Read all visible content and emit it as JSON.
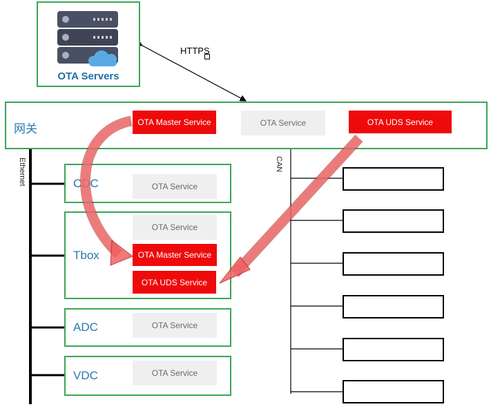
{
  "servers": {
    "label": "OTA Servers"
  },
  "protocol": {
    "label": "HTTPS"
  },
  "gateway": {
    "label": "网关",
    "services": [
      "OTA Master Service",
      "OTA Service",
      "OTA UDS Service"
    ]
  },
  "buses": {
    "ethernet": "Ethernet",
    "can": "CAN"
  },
  "ecus": [
    {
      "name": "CDC",
      "services": [
        "OTA Service"
      ]
    },
    {
      "name": "Tbox",
      "services": [
        "OTA Service",
        "OTA Master Service",
        "OTA UDS Service"
      ]
    },
    {
      "name": "ADC",
      "services": [
        "OTA Service"
      ]
    },
    {
      "name": "VDC",
      "services": [
        "OTA Service"
      ]
    }
  ],
  "can_nodes_count_visible": 6,
  "colors": {
    "border_green": "#3aa655",
    "service_red": "#ee0a0a",
    "service_gray": "#efefef",
    "label_blue": "#2779b0",
    "arrow_red": "#ef6a6a"
  }
}
